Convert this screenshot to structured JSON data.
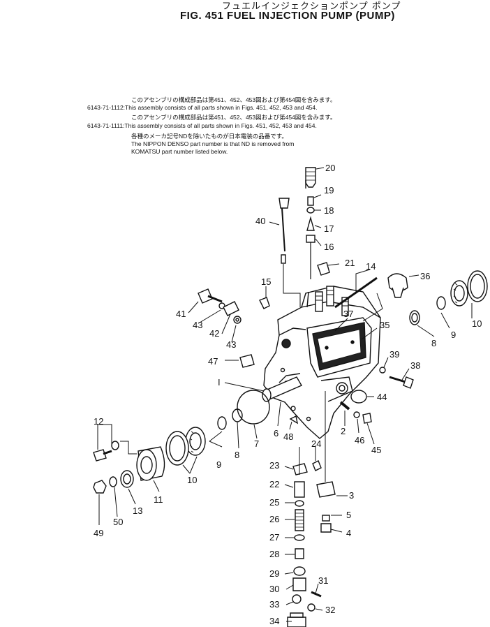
{
  "header": {
    "title_jp": "フュエルインジェクションポンプ ポンプ",
    "title": "FIG. 451  FUEL INJECTION PUMP (PUMP)"
  },
  "notes": [
    {
      "text": "このアセンブリの構成部品は第451、452、453図および第454図を含みます。"
    },
    {
      "text": "6143-71-1112:This assembly consists of all parts shown in Figs. 451, 452, 453 and 454."
    },
    {
      "text": "このアセンブリの構成部品は第451、452、453図および第454図を含みます。"
    },
    {
      "text": "6143-71-1111:This assembly consists of all parts shown in Figs. 451, 452, 453 and 454."
    },
    {
      "text": "各種のメーカ記号NDを除いたものが日本電装の品番です。"
    },
    {
      "text": "The NIPPON DENSO part number is that ND is removed from"
    },
    {
      "text": "KOMATSU part number listed below."
    }
  ],
  "callouts": [
    {
      "label": "20"
    },
    {
      "label": "19"
    },
    {
      "label": "18"
    },
    {
      "label": "17"
    },
    {
      "label": "16"
    },
    {
      "label": "40"
    },
    {
      "label": "21"
    },
    {
      "label": "14"
    },
    {
      "label": "36"
    },
    {
      "label": "15"
    },
    {
      "label": "41"
    },
    {
      "label": "43"
    },
    {
      "label": "42"
    },
    {
      "label": "43"
    },
    {
      "label": "37"
    },
    {
      "label": "35"
    },
    {
      "label": "8"
    },
    {
      "label": "9"
    },
    {
      "label": "10"
    },
    {
      "label": "47"
    },
    {
      "label": "39"
    },
    {
      "label": "38"
    },
    {
      "label": "I"
    },
    {
      "label": "44"
    },
    {
      "label": "12"
    },
    {
      "label": "2"
    },
    {
      "label": "46"
    },
    {
      "label": "45"
    },
    {
      "label": "6"
    },
    {
      "label": "48"
    },
    {
      "label": "7"
    },
    {
      "label": "8"
    },
    {
      "label": "9"
    },
    {
      "label": "24"
    },
    {
      "label": "10"
    },
    {
      "label": "23"
    },
    {
      "label": "11"
    },
    {
      "label": "13"
    },
    {
      "label": "50"
    },
    {
      "label": "49"
    },
    {
      "label": "22"
    },
    {
      "label": "3"
    },
    {
      "label": "25"
    },
    {
      "label": "26"
    },
    {
      "label": "5"
    },
    {
      "label": "4"
    },
    {
      "label": "27"
    },
    {
      "label": "28"
    },
    {
      "label": "29"
    },
    {
      "label": "31"
    },
    {
      "label": "30"
    },
    {
      "label": "33"
    },
    {
      "label": "32"
    },
    {
      "label": "34"
    }
  ]
}
